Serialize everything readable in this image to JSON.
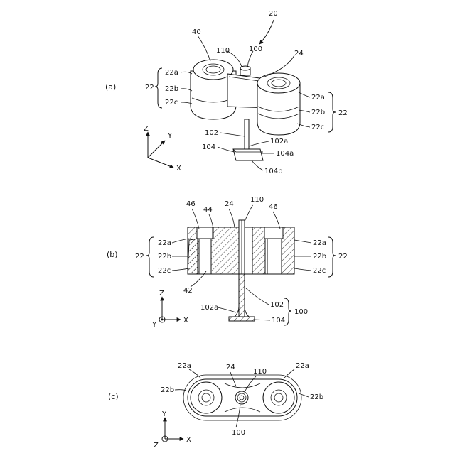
{
  "figure": {
    "panels": [
      "(a)",
      "(b)",
      "(c)"
    ],
    "view_a": {
      "refs": {
        "n20": "20",
        "n40": "40",
        "n110": "110",
        "n100": "100",
        "n24": "24",
        "l22a": "22a",
        "l22b": "22b",
        "l22c": "22c",
        "l22": "22",
        "r22a": "22a",
        "r22b": "22b",
        "r22c": "22c",
        "r22": "22",
        "n102": "102",
        "n102a": "102a",
        "n104": "104",
        "n104a": "104a",
        "n104b": "104b"
      },
      "axes": {
        "z": "Z",
        "y": "Y",
        "x": "X"
      }
    },
    "view_b": {
      "refs": {
        "n46l": "46",
        "n44": "44",
        "n24": "24",
        "n110": "110",
        "n46r": "46",
        "l22a": "22a",
        "l22b": "22b",
        "l22c": "22c",
        "l22": "22",
        "r22a": "22a",
        "r22b": "22b",
        "r22c": "22c",
        "r22": "22",
        "n42": "42",
        "n102a": "102a",
        "n102": "102",
        "n104": "104",
        "n100": "100"
      },
      "axes": {
        "z": "Z",
        "y": "Y",
        "x": "X"
      }
    },
    "view_c": {
      "refs": {
        "l22a": "22a",
        "l22b": "22b",
        "n24": "24",
        "n110": "110",
        "r22a": "22a",
        "r22b": "22b",
        "n100": "100"
      },
      "axes": {
        "y": "Y",
        "z": "Z",
        "x": "X"
      }
    }
  }
}
